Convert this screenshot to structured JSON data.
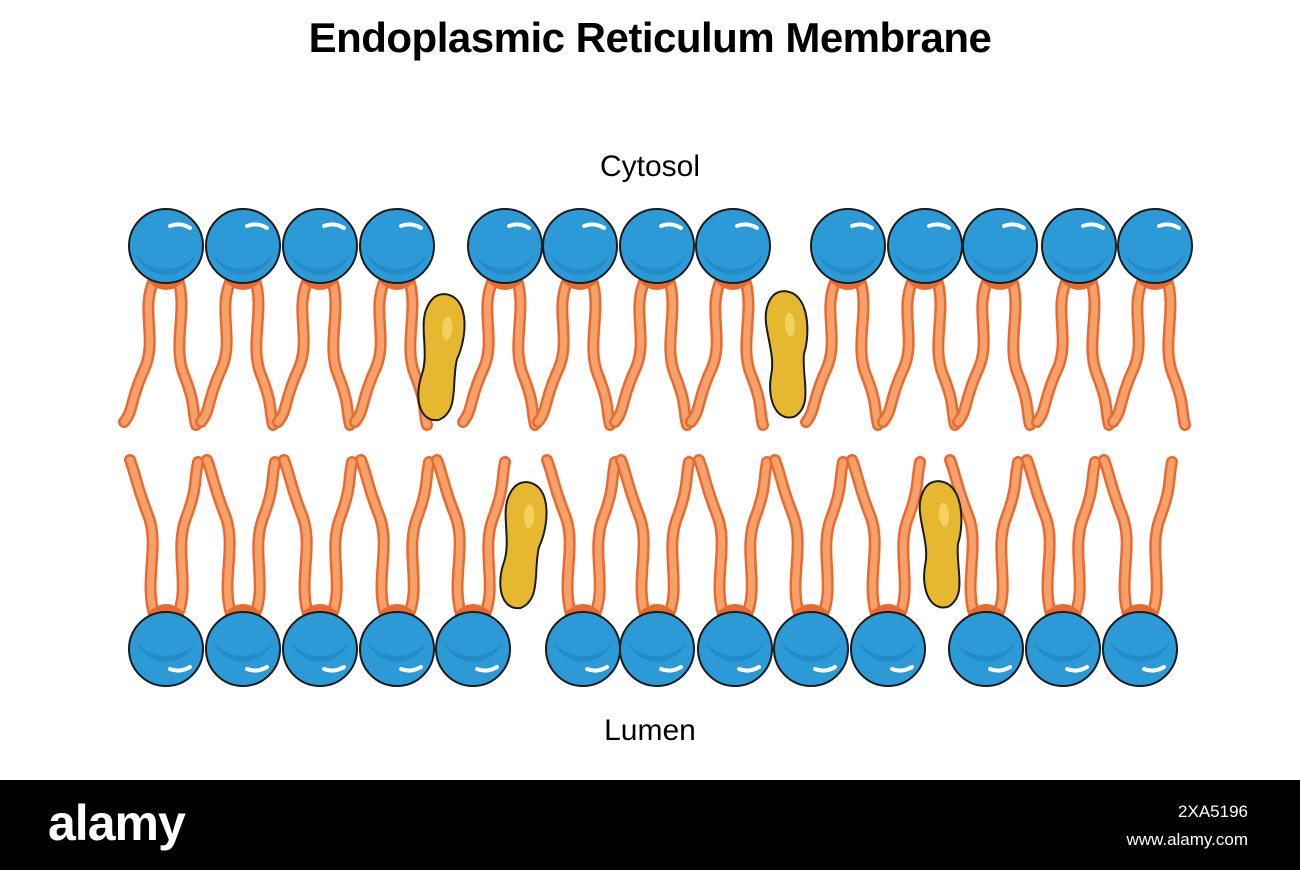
{
  "title": "Endoplasmic Reticulum Membrane",
  "labels": {
    "top": "Cytosol",
    "bottom": "Lumen"
  },
  "colors": {
    "head": "#2b9ad6",
    "head_shade": "#1e7fbd",
    "head_outline": "#1b1b1b",
    "tail_fill": "#f7a16a",
    "tail_stroke": "#e86a30",
    "cholesterol": "#e6b830",
    "cholesterol_light": "#f3d56a",
    "background": "#ffffff",
    "footer": "#000000"
  },
  "parts": {
    "phospholipid_head": "phospholipid-head",
    "fatty_acid_tail": "fatty-acid-tail",
    "cholesterol": "cholesterol"
  },
  "footer": {
    "brand": "alamy",
    "image_id": "2XA5196",
    "url": "www.alamy.com"
  }
}
